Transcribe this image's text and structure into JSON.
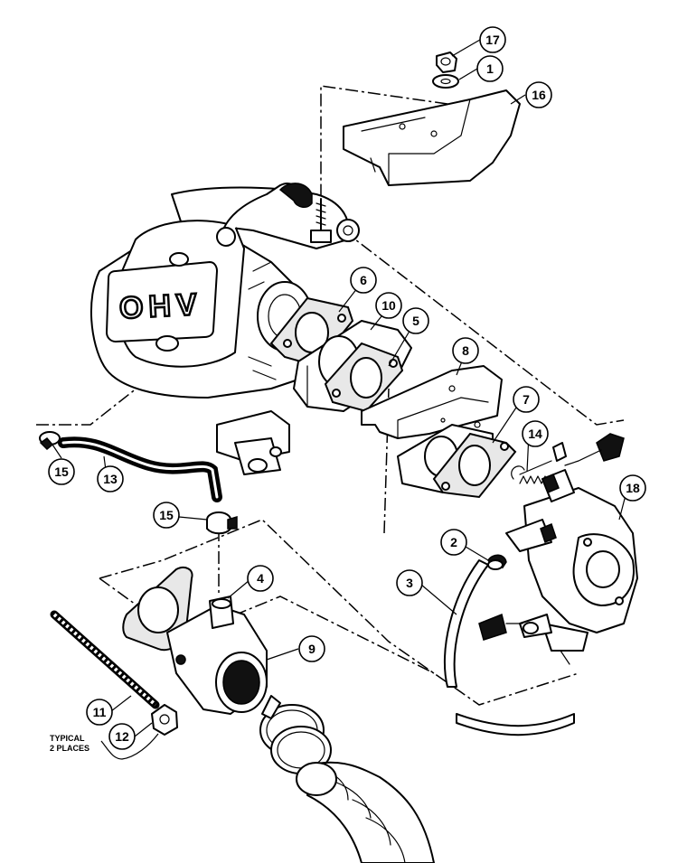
{
  "engine_label": "OHV",
  "note": {
    "line1": "TYPICAL",
    "line2": "2 PLACES"
  },
  "callouts": [
    {
      "id": "17"
    },
    {
      "id": "1"
    },
    {
      "id": "16"
    },
    {
      "id": "6"
    },
    {
      "id": "10"
    },
    {
      "id": "5"
    },
    {
      "id": "8"
    },
    {
      "id": "7"
    },
    {
      "id": "14"
    },
    {
      "id": "18"
    },
    {
      "id": "15"
    },
    {
      "id": "13"
    },
    {
      "id": "15"
    },
    {
      "id": "4"
    },
    {
      "id": "2"
    },
    {
      "id": "3"
    },
    {
      "id": "9"
    },
    {
      "id": "11"
    },
    {
      "id": "12"
    }
  ]
}
